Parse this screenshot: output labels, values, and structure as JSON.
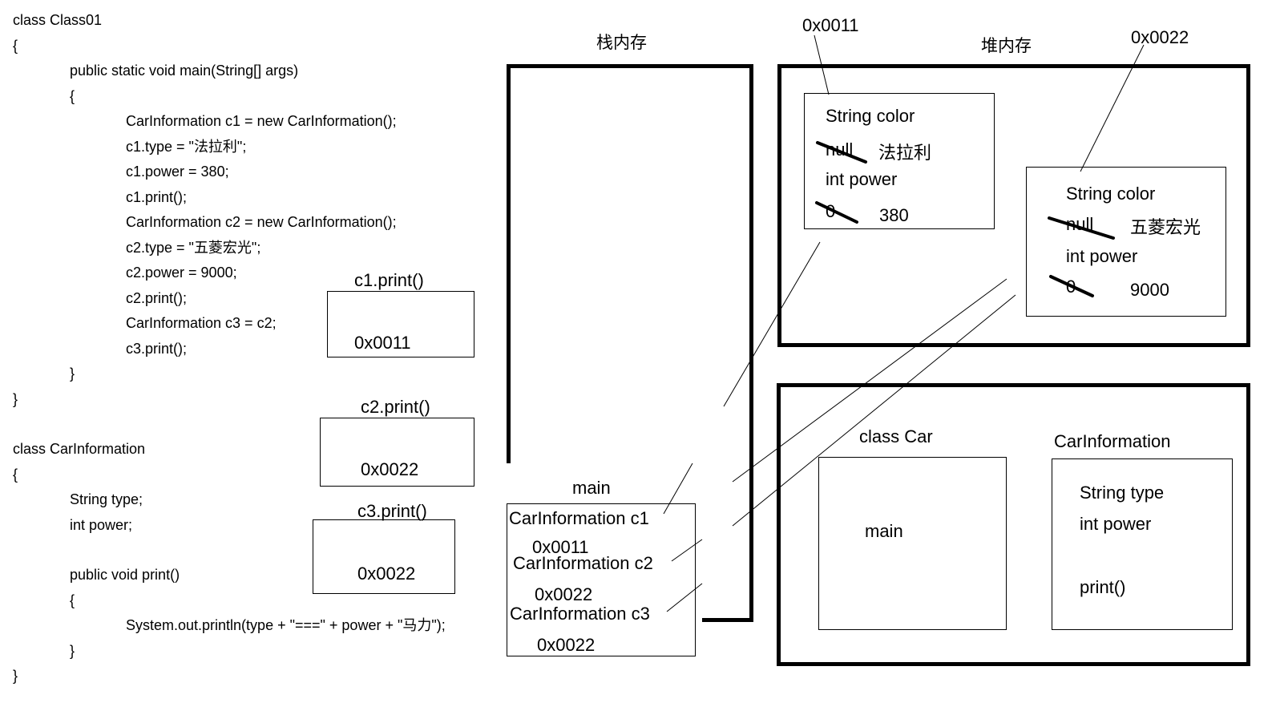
{
  "code": {
    "lines": [
      "class Class01",
      "{",
      "public static void main(String[] args)",
      "{",
      "CarInformation c1 = new CarInformation();",
      "c1.type = \"法拉利\";",
      "c1.power = 380;",
      "c1.print();",
      "CarInformation c2 = new CarInformation();",
      "c2.type = \"五菱宏光\";",
      "c2.power = 9000;",
      "c2.print();",
      "CarInformation c3 = c2;",
      "c3.print();",
      "}",
      "}",
      "class CarInformation",
      "{",
      "String type;",
      "int power;",
      "public void print()",
      "{",
      "System.out.println(type + \"===\" + power + \"马力\");",
      "}",
      "}"
    ]
  },
  "print_frames": [
    {
      "label": "c1.print()",
      "address": "0x0011"
    },
    {
      "label": "c2.print()",
      "address": "0x0022"
    },
    {
      "label": "c3.print()",
      "address": "0x0022"
    }
  ],
  "stack": {
    "title": "栈内存",
    "frame_title": "main",
    "vars": [
      {
        "name": "CarInformation c1",
        "address": "0x0011"
      },
      {
        "name": "CarInformation c2",
        "address": "0x0022"
      },
      {
        "name": "CarInformation c3",
        "address": "0x0022"
      }
    ]
  },
  "heap": {
    "title": "堆内存",
    "objects": [
      {
        "address": "0x0011",
        "field1": "String color",
        "old1": "null",
        "new1": "法拉利",
        "field2": "int power",
        "old2": "0",
        "new2": "380"
      },
      {
        "address": "0x0022",
        "field1": "String color",
        "old1": "null",
        "new1": "五菱宏光",
        "field2": "int power",
        "old2": "0",
        "new2": "9000"
      }
    ]
  },
  "method_area": {
    "class_car": {
      "title": "class Car",
      "content": "main"
    },
    "car_info": {
      "title": "CarInformation",
      "fields": [
        "String type",
        "int power"
      ],
      "method": "print()"
    }
  }
}
